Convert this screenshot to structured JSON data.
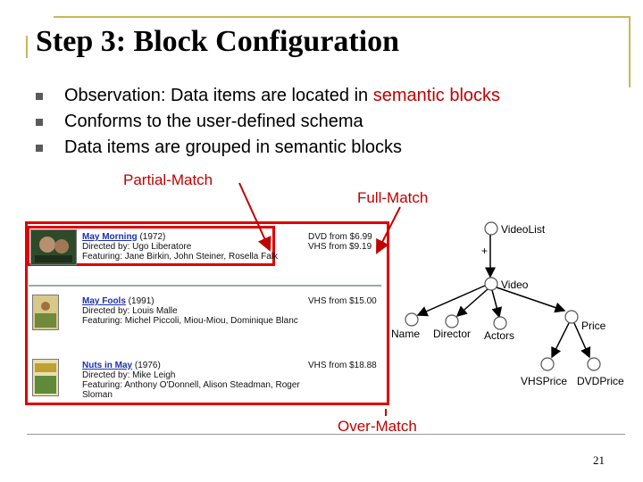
{
  "slide": {
    "title": "Step 3: Block Configuration",
    "bullets": [
      {
        "text": "Observation: Data items are located in ",
        "highlight": "semantic blocks"
      },
      {
        "text": "Conforms to the user-defined schema",
        "highlight": ""
      },
      {
        "text": "Data items are grouped in semantic blocks",
        "highlight": ""
      }
    ],
    "labels": {
      "partial": "Partial-Match",
      "full": "Full-Match",
      "over": "Over-Match"
    },
    "page_number": "21"
  },
  "listing": {
    "entries": [
      {
        "title": "May Morning",
        "year": " (1972)",
        "directed": "Directed by: Ugo Liberatore",
        "featuring": "Featuring: Jane Birkin, John Steiner, Rosella Falk",
        "prices": [
          "DVD from $6.99",
          "VHS from $9.19"
        ],
        "thumb_color": "#3d5a36"
      },
      {
        "title": "May Fools",
        "year": " (1991)",
        "directed": "Directed by: Louis Malle",
        "featuring": "Featuring: Michel Piccoli, Miou-Miou, Dominique Blanc",
        "prices": [
          "VHS from $15.00"
        ],
        "thumb_color": "#c9b35a"
      },
      {
        "title": "Nuts in May",
        "year": " (1976)",
        "directed": "Directed by: Mike Leigh",
        "featuring": "Featuring: Anthony O'Donnell, Alison Steadman, Roger",
        "featuring_cont": "Sloman",
        "prices": [
          "VHS from $18.88"
        ],
        "thumb_color": "#7a9a4a"
      }
    ]
  },
  "schema_tree": {
    "nodes": {
      "videolist": "VideoList",
      "plus": "+",
      "video": "Video",
      "name": "Name",
      "director": "Director",
      "actors": "Actors",
      "price": "Price",
      "vhsprice": "VHSPrice",
      "dvdprice": "DVDPrice"
    }
  },
  "colors": {
    "accent_red": "#c00000",
    "frame_gold": "#c9b75a",
    "link_blue": "#1a2fb0"
  }
}
